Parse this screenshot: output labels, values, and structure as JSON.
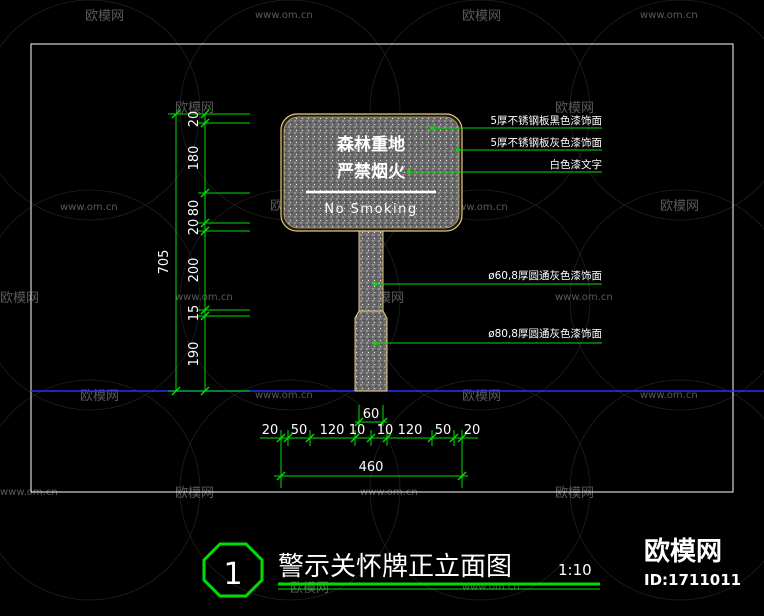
{
  "sign": {
    "line1": "森林重地",
    "line2": "严禁烟火",
    "line3": "No Smoking"
  },
  "callouts": {
    "c1": "5厚不锈钢板黑色漆饰面",
    "c2": "5厚不锈钢板灰色漆饰面",
    "c3": "白色漆文字",
    "c4": "ø60,8厚圆通灰色漆饰面",
    "c5": "ø80,8厚圆通灰色漆饰面"
  },
  "dims_vertical": {
    "total": "705",
    "d1": "20",
    "d2": "180",
    "d3": "80",
    "d4": "20",
    "d5": "200",
    "d6": "15",
    "d7": "190"
  },
  "dims_horizontal": {
    "pipe": "60",
    "h1": "20",
    "h2": "50",
    "h3": "120",
    "h4": "10",
    "h5": "10",
    "h6": "120",
    "h7": "50",
    "h8": "20",
    "total": "460"
  },
  "title": {
    "number": "1",
    "text": "警示关怀牌正立面图",
    "scale": "1:10"
  },
  "watermark": {
    "brand": "欧模网",
    "site": "www.om.cn",
    "id": "ID:1711011"
  },
  "colors": {
    "dim_green": "#00e000",
    "frame": "#ffffff",
    "sign_border": "#e8c87a",
    "ground": "#2233ff",
    "title_bar": "#00dd00"
  }
}
